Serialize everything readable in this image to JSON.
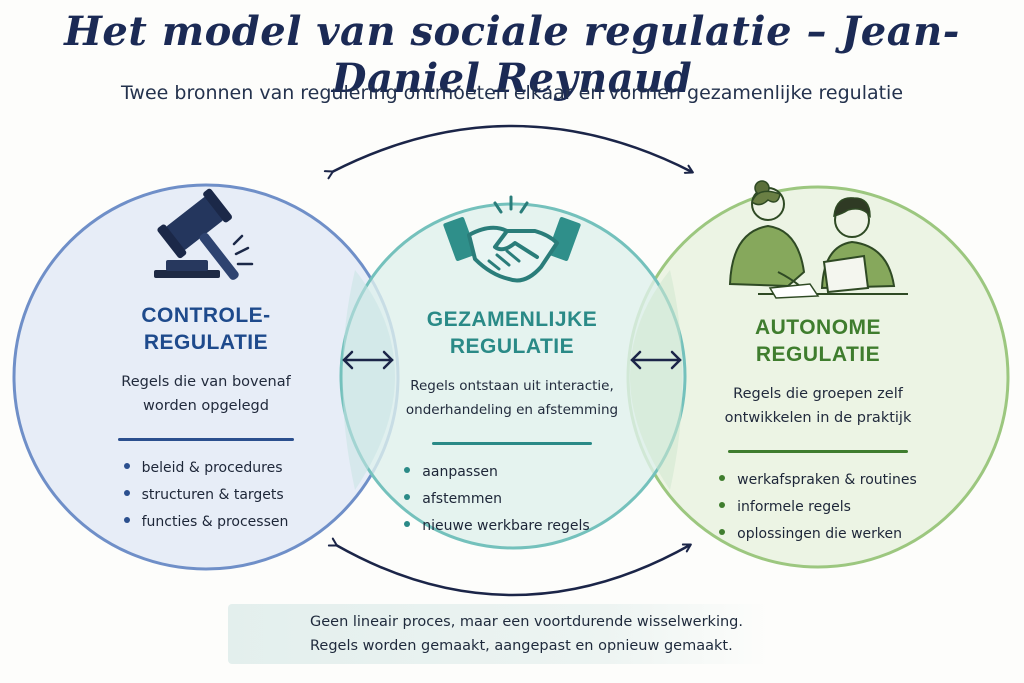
{
  "title": "Het model van sociale regulatie – Jean-Daniel Reynaud",
  "subtitle": "Twee bronnen van regulering ontmoeten elkaar en vormen gezamenlijke regulatie",
  "circles": [
    {
      "heading": [
        "CONTROLE-",
        "REGULATIE"
      ],
      "description": [
        "Regels die van bovenaf",
        "worden opgelegd"
      ],
      "bullets": [
        "beleid & procedures",
        "structuren & targets",
        "functies & processen"
      ],
      "icon": "gavel-icon",
      "color": "#1e4a8c"
    },
    {
      "heading": [
        "GEZAMENLIJKE",
        "REGULATIE"
      ],
      "description": [
        "Regels ontstaan uit interactie,",
        "onderhandeling en afstemming"
      ],
      "bullets": [
        "aanpassen",
        "afstemmen",
        "nieuwe werkbare regels"
      ],
      "icon": "handshake-icon",
      "color": "#2a8a87"
    },
    {
      "heading": [
        "AUTONOME",
        "REGULATIE"
      ],
      "description": [
        "Regels die groepen zelf",
        "ontwikkelen in de praktijk"
      ],
      "bullets": [
        "werkafspraken & routines",
        "informele regels",
        "oplossingen die werken"
      ],
      "icon": "collaborating-people-icon",
      "color": "#3f7d2e"
    }
  ],
  "footer": {
    "lines": [
      "Geen lineair proces, maar een voortdurende wisselwerking.",
      "Regels worden gemaakt, aangepast en opnieuw gemaakt."
    ],
    "icon": "compass-icon"
  }
}
